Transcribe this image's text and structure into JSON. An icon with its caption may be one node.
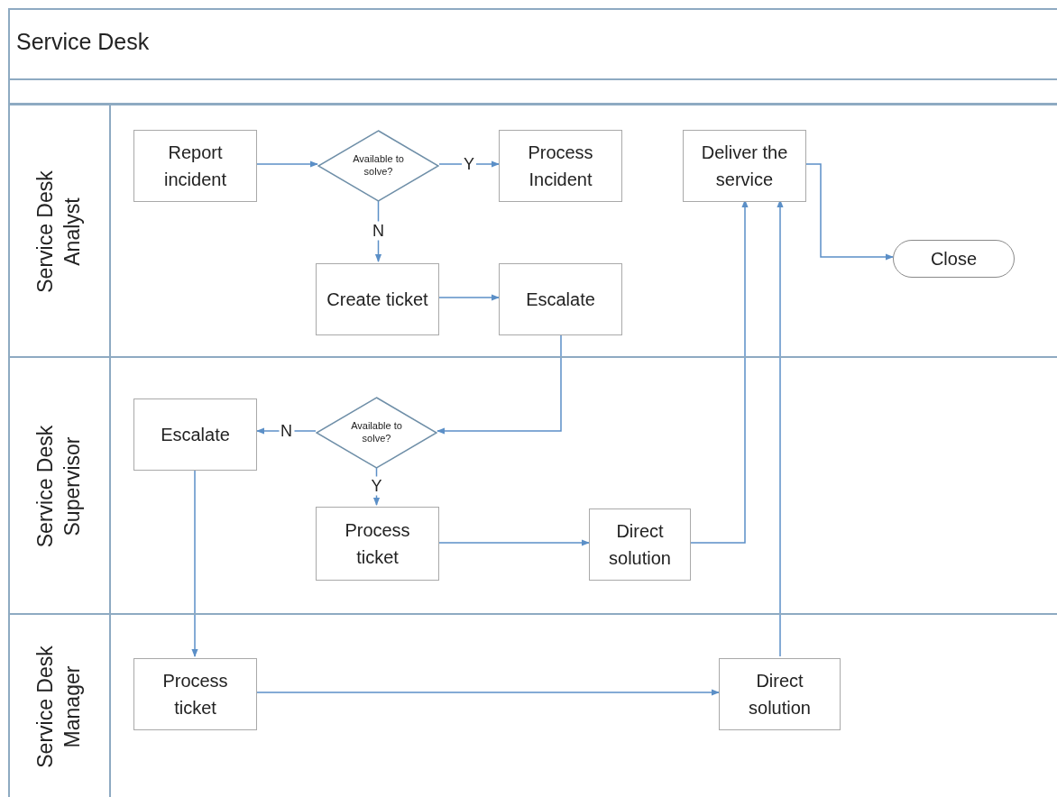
{
  "diagram": {
    "title": "Service Desk",
    "nodes": [
      {
        "text": [
          "Service Desk Analyst"
        ]
      },
      {
        "text": [
          "Report incident"
        ],
        "in": 0
      },
      {
        "text": [
          "Available to solve?"
        ],
        "in": 0
      },
      {
        "text": [
          "Process Incident"
        ],
        "in": 0
      },
      {
        "text": [
          "Deliver the service"
        ],
        "in": 0
      },
      {
        "text": [
          "Close"
        ],
        "in": 0
      },
      {
        "text": [
          "Create ticket"
        ],
        "in": 0
      },
      {
        "text": [
          "Escalate"
        ],
        "in": 0
      },
      {
        "text": [
          "Service Desk Supervisor"
        ]
      },
      {
        "text": [
          "Escalate"
        ],
        "in": 8
      },
      {
        "text": [
          "Available to solve?"
        ],
        "in": 8
      },
      {
        "text": [
          "Process ticket"
        ],
        "in": 8
      },
      {
        "text": [
          "Direct solution"
        ],
        "in": 8
      },
      {
        "text": [
          "Service Desk Manager"
        ]
      },
      {
        "text": [
          "Process ticket"
        ],
        "in": 13
      },
      {
        "text": [
          "Direct solution"
        ],
        "in": 13
      }
    ],
    "edges": [
      {
        "from": 1,
        "to": 2,
        "arrow": "to"
      },
      {
        "from": 2,
        "to": 3,
        "arrow": "to",
        "label": "Y"
      },
      {
        "from": 4,
        "to": 5,
        "arrow": "to"
      },
      {
        "from": 2,
        "to": 6,
        "arrow": "to",
        "label": "N"
      },
      {
        "from": 6,
        "to": 7,
        "arrow": "to"
      },
      {
        "from": 7,
        "to": 10,
        "arrow": "to"
      },
      {
        "from": 10,
        "to": 9,
        "arrow": "to",
        "label": "N"
      },
      {
        "from": 10,
        "to": 11,
        "arrow": "to",
        "label": "Y"
      },
      {
        "from": 11,
        "to": 12,
        "arrow": "to"
      },
      {
        "from": 12,
        "to": 4,
        "arrow": "to"
      },
      {
        "from": 9,
        "to": 14,
        "arrow": "to"
      },
      {
        "from": 14,
        "to": 15,
        "arrow": "to"
      },
      {
        "from": 15,
        "to": 4,
        "arrow": "to"
      }
    ]
  }
}
